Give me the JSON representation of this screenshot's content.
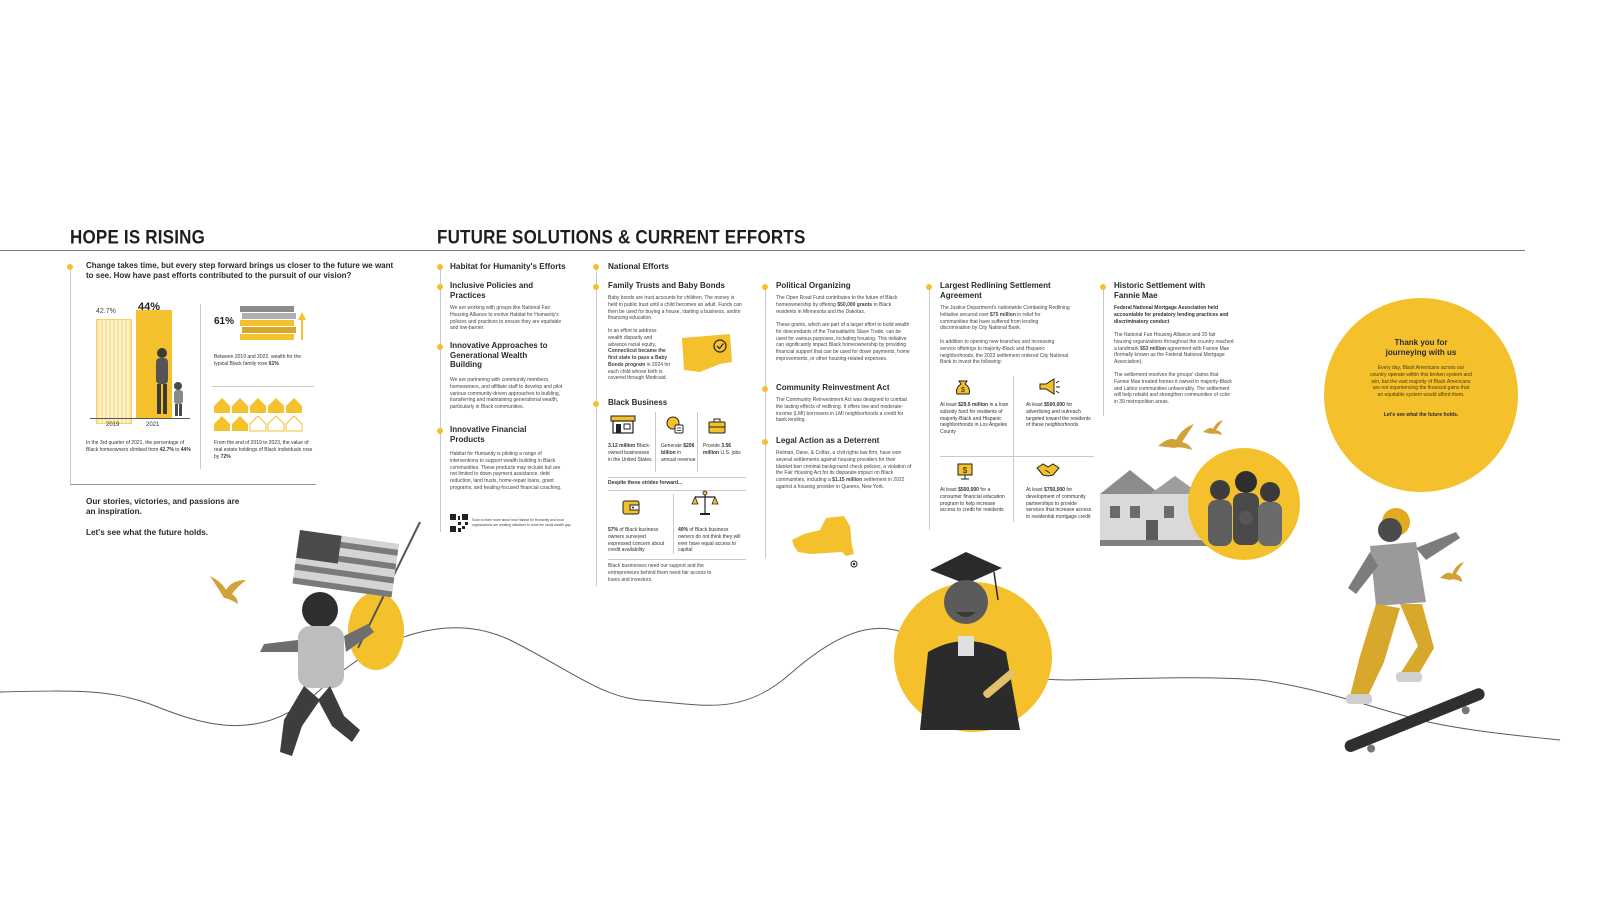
{
  "sections": {
    "hope_title": "HOPE IS RISING",
    "future_title": "FUTURE SOLUTIONS & CURRENT EFFORTS"
  },
  "hope": {
    "intro": "Change takes time, but every step forward brings us closer to the future we want to see. How have past efforts contributed to the pursuit of our vision?",
    "bar_chart": {
      "categories": [
        "2019",
        "2021"
      ],
      "value_labels": [
        "42.7%",
        "44%"
      ],
      "values": [
        42.7,
        44
      ],
      "caption_a": "In the 3rd quarter of 2021, the percentage of Black homeowners climbed from ",
      "caption_b": "42.7%",
      "caption_c": " to ",
      "caption_d": "44%"
    },
    "wealth": {
      "pct": "61%",
      "caption_a": "Between 2019 and 2022, wealth for the typical Black family rose ",
      "caption_b": "61%"
    },
    "real_estate": {
      "caption_a": "From the end of 2019 to 2023, the value of real estate holdings of Black individuals rose by ",
      "caption_b": "72%"
    },
    "closing_1": "Our stories, victories, and passions are an inspiration.",
    "closing_2": "Let's see what the future holds."
  },
  "habitat": {
    "heading": "Habitat for Humanity's Efforts",
    "b1_title": "Inclusive Policies and Practices",
    "b1_text": "We are working with groups like National Fair Housing Alliance to evolve Habitat for Humanity's policies and practices to ensure they are equitable and low-barrier.",
    "b2_title": "Innovative Approaches to Generational Wealth Building",
    "b2_text": "We are partnering with community members, homeowners, and affiliate staff to develop and pilot various community-driven approaches to building, transferring and maintaining generational wealth, particularly in Black communities.",
    "b3_title": "Innovative Financial Products",
    "b3_text": "Habitat for Humanity is piloting a range of interventions to support wealth building in Black communities. These products may include but are not limited to down payment assistance, debt reduction, land trusts, home-repair loans, grant programs, and healing-focused financial coaching.",
    "qr_text": "Scan to learn more about how Habitat for Humanity and local organizations are creating initiatives to close the racial wealth gap."
  },
  "national": {
    "heading": "National Efforts",
    "trusts_title": "Family Trusts and Baby Bonds",
    "trusts_text": "Baby bonds are trust accounts for children. The money is held in public trust until a child becomes an adult. Funds can then be used for buying a house, starting a business, and/or financing education.",
    "ct_text_a": "In an effort to address wealth disparity and advance racial equity, ",
    "ct_text_b": "Connecticut became the first state to pass a Baby Bonds program",
    "ct_text_c": " in 2024 for each child whose birth is covered through Medicaid.",
    "biz_title": "Black Business",
    "biz_stats": [
      {
        "bold": "3.12 million",
        "text": " Black-owned businesses in the United States"
      },
      {
        "pre": "Generate ",
        "bold": "$206 billion",
        "text": " in annual revenue"
      },
      {
        "pre": "Provide ",
        "bold": "3.56 million",
        "text": " U.S. jobs"
      }
    ],
    "despite": "Despite these strides forward...",
    "biz_stat4_bold": "57%",
    "biz_stat4_text": " of Black business owners surveyed expressed concern about credit availability",
    "biz_stat5_bold": "40%",
    "biz_stat5_text": " of Black business owners do not think they will ever have equal access to capital",
    "biz_footer": "Black businesses need our support and the entrepreneurs behind them need fair access to loans and investors."
  },
  "political": {
    "title": "Political Organizing",
    "p1_a": "The Open Road Fund contributes to the future of Black homeownership by offering ",
    "p1_b": "$50,000 grants",
    "p1_c": " to Black residents in Minnesota and the Dakotas.",
    "p2": "These grants, which are part of a larger effort to build wealth for descendants of the Transatlantic Slave Trade, can be used for various purposes, including housing. This initiative can significantly impact Black homeownership by providing financial support that can be used for down payments, home improvements, or other housing-related expenses.",
    "cra_title": "Community Reinvestment Act",
    "cra_text": "The Community Reinvestment Act was designed to combat the lasting effects of redlining. It offers low-and moderate-income (LMI) borrowers in LMI neighborhoods a credit for bank lending.",
    "legal_title": "Legal Action as a Deterrent",
    "legal_a": "Relman, Dane, & Colfax, a civil rights law firm, have won several settlements against housing providers for their blanket ban criminal background check policies, a violation of the Fair Housing Act for its disparate impact on Black communities, including a ",
    "legal_b": "$1.15 million",
    "legal_c": " settlement in 2022 against a housing provider in Queens, New York."
  },
  "redlining": {
    "title": "Largest Redlining Settlement Agreement",
    "p1_a": "The Justice Department's nationwide Combating Redlining Initiative secured over ",
    "p1_b": "$75 million",
    "p1_c": " in relief for communities that have suffered from lending discrimination by City National Bank.",
    "p2": "In addition to opening new branches and increasing service offerings to majority-Black and Hispanic neighborhoods, the 2023 settlement ordered City National Bank to invest the following:",
    "items": [
      {
        "pre": "At least ",
        "bold": "$29.5 million",
        "text": " in a loan subsidy fund for residents of majority-Black and Hispanic neighborhoods in Los Angeles County"
      },
      {
        "pre": "At least ",
        "bold": "$500,000",
        "text": " for advertising and outreach targeted toward the residents of these neighborhoods"
      },
      {
        "pre": "At least ",
        "bold": "$500,000",
        "text": " for a consumer financial education program to help increase access to credit for residents"
      },
      {
        "pre": "At least ",
        "bold": "$750,000",
        "text": " for development of community partnerships to provide services that increase access to residential mortgage credit"
      }
    ]
  },
  "fannie": {
    "title": "Historic Settlement with Fannie Mae",
    "bold_lead": "Federal National Mortgage Association held accountable for predatory lending practices and discriminatory conduct",
    "p1_a": "The National Fair Housing Alliance and 20 fair housing organizations throughout the country reached a landmark ",
    "p1_b": "$53 million",
    "p1_c": " agreement with Fannie Mae (formally known as the Federal National Mortgage Association).",
    "p2": "The settlement resolves the groups' claims that Fannie Mae treated homes it owned in majority-Black and Latino communities unfavorably. The settlement will help rebuild and strengthen communities of color in 39 metropolitan areas."
  },
  "thanks": {
    "title": "Thank you for journeying with us",
    "text": "Every day, Black Americans across our country operate within this broken system and win, but the vast majority of Black Americans are not experiencing the financial gains that an equitable system would afford them.",
    "closing": "Let's see what the future holds."
  },
  "colors": {
    "accent": "#f4c12d",
    "text": "#2b2b2b",
    "rule": "#7a7a7a"
  }
}
